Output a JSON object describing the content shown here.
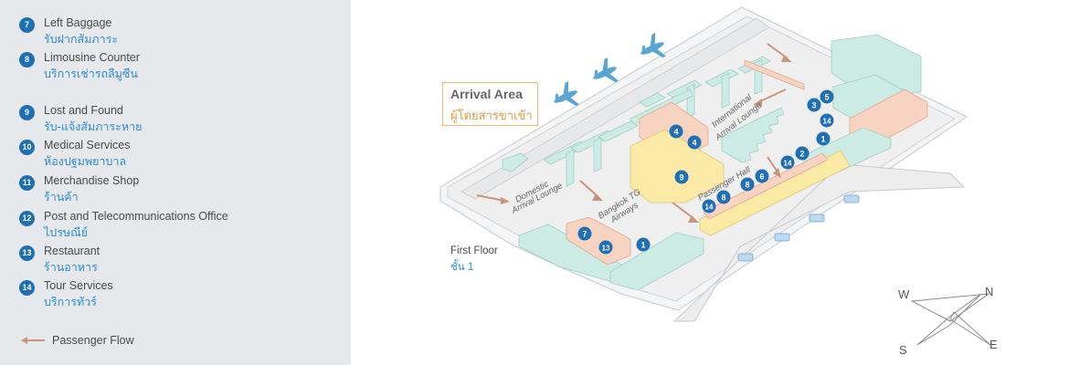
{
  "legend": {
    "items": [
      {
        "num": "7",
        "en": "Left Baggage",
        "th": "รับฝากสัมภาระ"
      },
      {
        "num": "8",
        "en": "Limousine Counter",
        "th": "บริการเช่ารถลีมูซีน"
      },
      {
        "num": "9",
        "en": "Lost and Found",
        "th": "รับ-แจ้งสัมภาระหาย"
      },
      {
        "num": "10",
        "en": "Medical Services",
        "th": "ห้องปฐมพยาบาล"
      },
      {
        "num": "11",
        "en": "Merchandise Shop",
        "th": "ร้านค้า"
      },
      {
        "num": "12",
        "en": "Post and Telecommunications Office",
        "th": "ไปรษณีย์"
      },
      {
        "num": "13",
        "en": "Restaurant",
        "th": "ร้านอาหาร"
      },
      {
        "num": "14",
        "en": "Tour Services",
        "th": "บริการทัวร์"
      }
    ],
    "flow_label": "Passenger Flow"
  },
  "map": {
    "arrival_title": "Arrival Area",
    "arrival_thai": "ผู้โดยสารขาเข้า",
    "floor_en": "First Floor",
    "floor_th": "ชั้น 1",
    "labels": {
      "domestic_1": "Domestic",
      "domestic_2": "Arrival Lounge",
      "bangkok_1": "Bangkok TG",
      "bangkok_2": "Airways",
      "international_1": "International",
      "international_2": "Arrival Lounge",
      "passenger_hall": "Passenger Hall"
    },
    "markers": [
      "4",
      "4",
      "9",
      "5",
      "3",
      "14",
      "1",
      "2",
      "14",
      "6",
      "8",
      "8",
      "14",
      "7",
      "13",
      "1"
    ],
    "compass": {
      "w": "W",
      "n": "N",
      "s": "S",
      "e": "E"
    }
  },
  "colors": {
    "marker": "#1e6fb3",
    "teal": "#c9eae4",
    "yellow": "#fbe9a6",
    "salmon": "#f6c9b4",
    "flow_arrow": "#c9967d",
    "arrival_border": "#e9b777",
    "thai_text": "#2a8ed0"
  }
}
